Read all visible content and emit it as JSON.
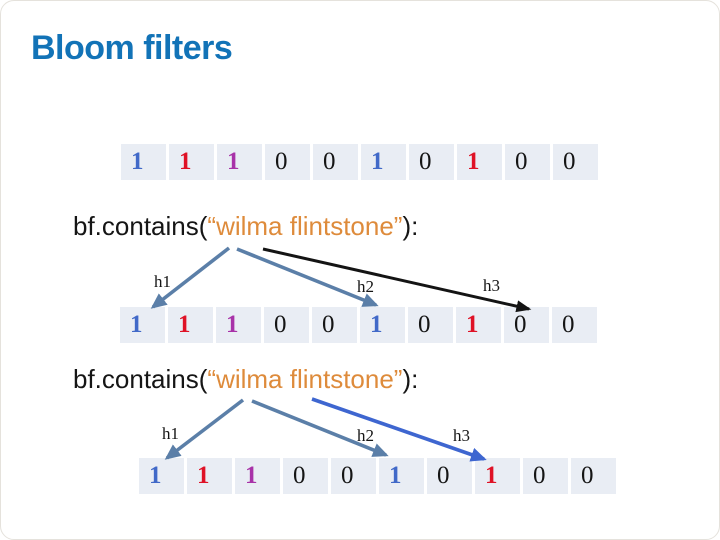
{
  "title": {
    "text": "Bloom filters"
  },
  "colors": {
    "title_blue": "#1273b7",
    "slide_border": "#e5e2dc",
    "cell_bg": "#e9edf4",
    "ink": "#151515",
    "string_orange": "#de8b3b",
    "bit_blue": "#4169c8",
    "bit_red": "#df1226",
    "bit_purple": "#a832a8",
    "bit_black": "#151515",
    "arrow_slate": "#5b7fa8",
    "arrow_black": "#141414",
    "arrow_royal": "#3e66d0"
  },
  "bit_array": {
    "length": 10,
    "rows": [
      {
        "id": "initial-state",
        "cells": [
          {
            "value": "1",
            "color": "bit_blue"
          },
          {
            "value": "1",
            "color": "bit_red"
          },
          {
            "value": "1",
            "color": "bit_purple"
          },
          {
            "value": "0",
            "color": "bit_black"
          },
          {
            "value": "0",
            "color": "bit_black"
          },
          {
            "value": "1",
            "color": "bit_blue"
          },
          {
            "value": "0",
            "color": "bit_black"
          },
          {
            "value": "1",
            "color": "bit_red"
          },
          {
            "value": "0",
            "color": "bit_black"
          },
          {
            "value": "0",
            "color": "bit_black"
          }
        ]
      },
      {
        "id": "query-1-state",
        "cells": [
          {
            "value": "1",
            "color": "bit_blue"
          },
          {
            "value": "1",
            "color": "bit_red"
          },
          {
            "value": "1",
            "color": "bit_purple"
          },
          {
            "value": "0",
            "color": "bit_black"
          },
          {
            "value": "0",
            "color": "bit_black"
          },
          {
            "value": "1",
            "color": "bit_blue"
          },
          {
            "value": "0",
            "color": "bit_black"
          },
          {
            "value": "1",
            "color": "bit_red"
          },
          {
            "value": "0",
            "color": "bit_black"
          },
          {
            "value": "0",
            "color": "bit_black"
          }
        ]
      },
      {
        "id": "query-2-state",
        "cells": [
          {
            "value": "1",
            "color": "bit_blue"
          },
          {
            "value": "1",
            "color": "bit_red"
          },
          {
            "value": "1",
            "color": "bit_purple"
          },
          {
            "value": "0",
            "color": "bit_black"
          },
          {
            "value": "0",
            "color": "bit_black"
          },
          {
            "value": "1",
            "color": "bit_blue"
          },
          {
            "value": "0",
            "color": "bit_black"
          },
          {
            "value": "1",
            "color": "bit_red"
          },
          {
            "value": "0",
            "color": "bit_black"
          },
          {
            "value": "0",
            "color": "bit_black"
          }
        ]
      }
    ]
  },
  "queries": [
    {
      "prefix": "bf.contains(",
      "argument": "“wilma flintstone”",
      "suffix": "):"
    },
    {
      "prefix": "bf.contains(",
      "argument": "“wilma flintstone”",
      "suffix": "):"
    }
  ],
  "diagrams": [
    {
      "labels": [
        {
          "text": "h1",
          "target_index": 0
        },
        {
          "text": "h2",
          "target_index": 5
        },
        {
          "text": "h3",
          "target_index": 8
        }
      ]
    },
    {
      "labels": [
        {
          "text": "h1",
          "target_index": 0
        },
        {
          "text": "h2",
          "target_index": 5
        },
        {
          "text": "h3",
          "target_index": 7
        }
      ]
    }
  ]
}
